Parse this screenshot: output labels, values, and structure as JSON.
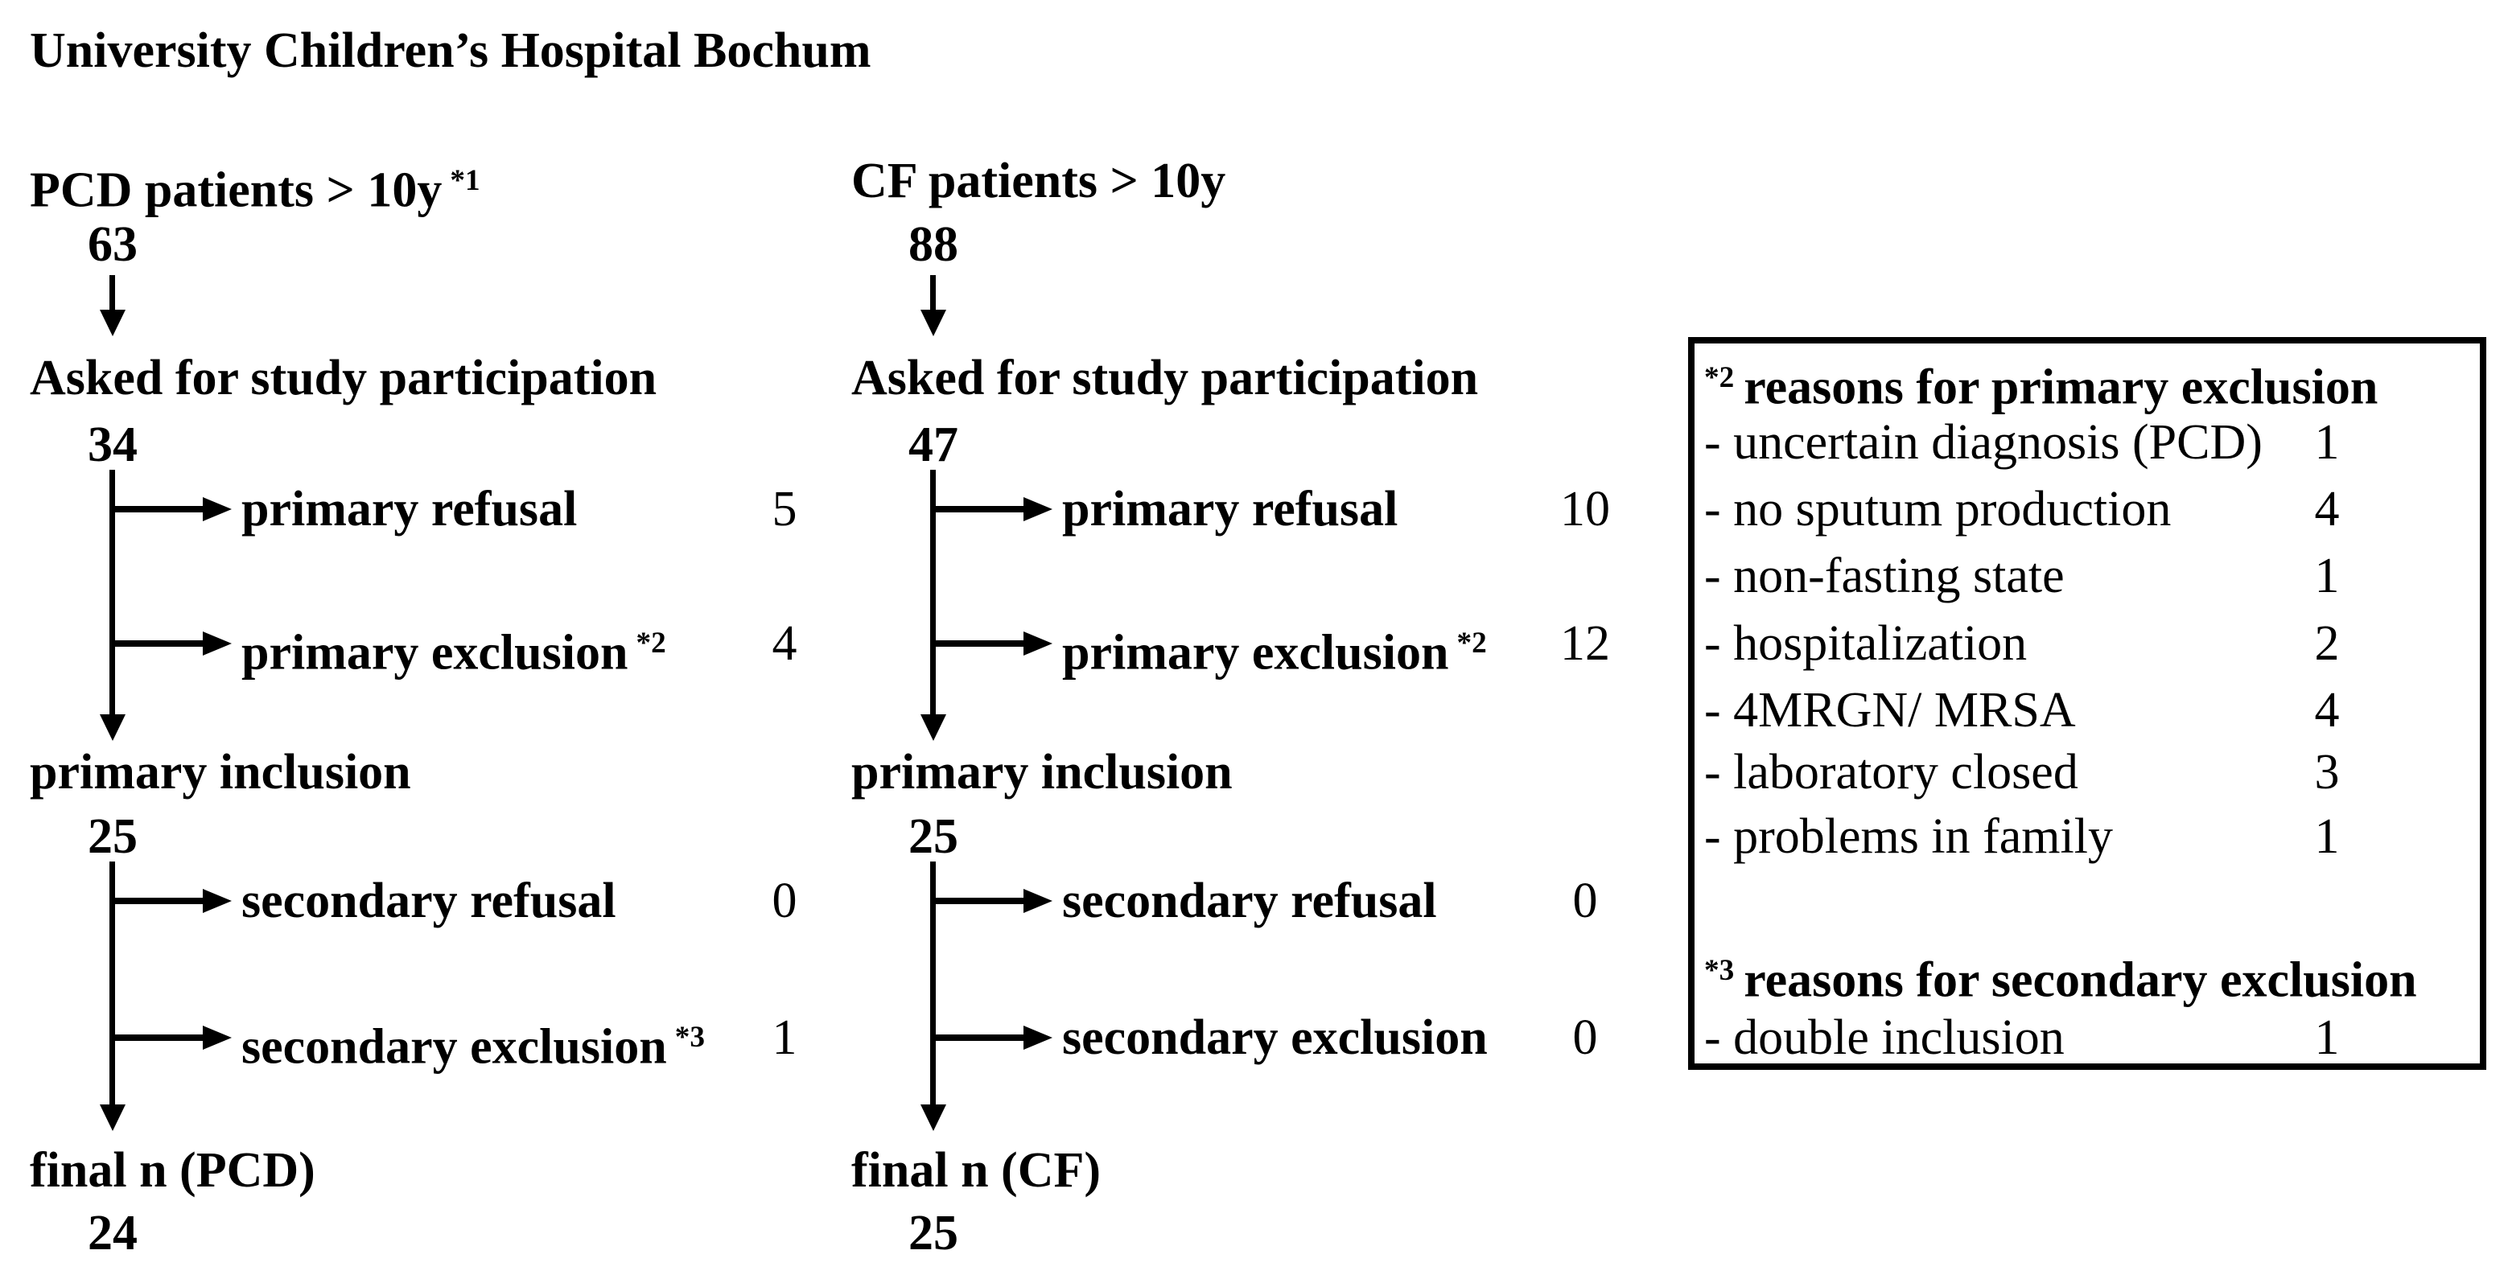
{
  "title": "University Children’s Hospital Bochum",
  "flow": {
    "pcd": {
      "header": "PCD patients > 10y",
      "header_sup": "*1",
      "initial_count": "63",
      "asked_label": "Asked for study participation",
      "asked_count": "34",
      "primary_refusal_label": "primary refusal",
      "primary_refusal_value": "5",
      "primary_exclusion_label": "primary exclusion",
      "primary_exclusion_sup": "*2",
      "primary_exclusion_value": "4",
      "primary_inclusion_label": "primary inclusion",
      "primary_inclusion_count": "25",
      "secondary_refusal_label": "secondary refusal",
      "secondary_refusal_value": "0",
      "secondary_exclusion_label": "secondary exclusion",
      "secondary_exclusion_sup": "*3",
      "secondary_exclusion_value": "1",
      "final_label": "final n (PCD)",
      "final_count": "24"
    },
    "cf": {
      "header": "CF patients > 10y",
      "initial_count": "88",
      "asked_label": "Asked for study participation",
      "asked_count": "47",
      "primary_refusal_label": "primary refusal",
      "primary_refusal_value": "10",
      "primary_exclusion_label": "primary exclusion",
      "primary_exclusion_sup": "*2",
      "primary_exclusion_value": "12",
      "primary_inclusion_label": "primary inclusion",
      "primary_inclusion_count": "25",
      "secondary_refusal_label": "secondary refusal",
      "secondary_refusal_value": "0",
      "secondary_exclusion_label": "secondary exclusion",
      "secondary_exclusion_value": "0",
      "final_label": "final n (CF)",
      "final_count": "25"
    }
  },
  "legend": {
    "primary": {
      "sup": "*2",
      "title": "reasons for primary exclusion",
      "rows": [
        {
          "label": "- uncertain diagnosis (PCD)",
          "value": "1"
        },
        {
          "label": "- no sputum production",
          "value": "4"
        },
        {
          "label": "- non-fasting state",
          "value": "1"
        },
        {
          "label": "- hospitalization",
          "value": "2"
        },
        {
          "label": "- 4MRGN/ MRSA",
          "value": "4"
        },
        {
          "label": "- laboratory closed",
          "value": "3"
        },
        {
          "label": "- problems in family",
          "value": "1"
        }
      ]
    },
    "secondary": {
      "sup": "*3",
      "title": "reasons for secondary exclusion",
      "rows": [
        {
          "label": "- double inclusion",
          "value": "1"
        }
      ]
    }
  },
  "colors": {
    "ink": "#000000",
    "background": "#ffffff"
  }
}
